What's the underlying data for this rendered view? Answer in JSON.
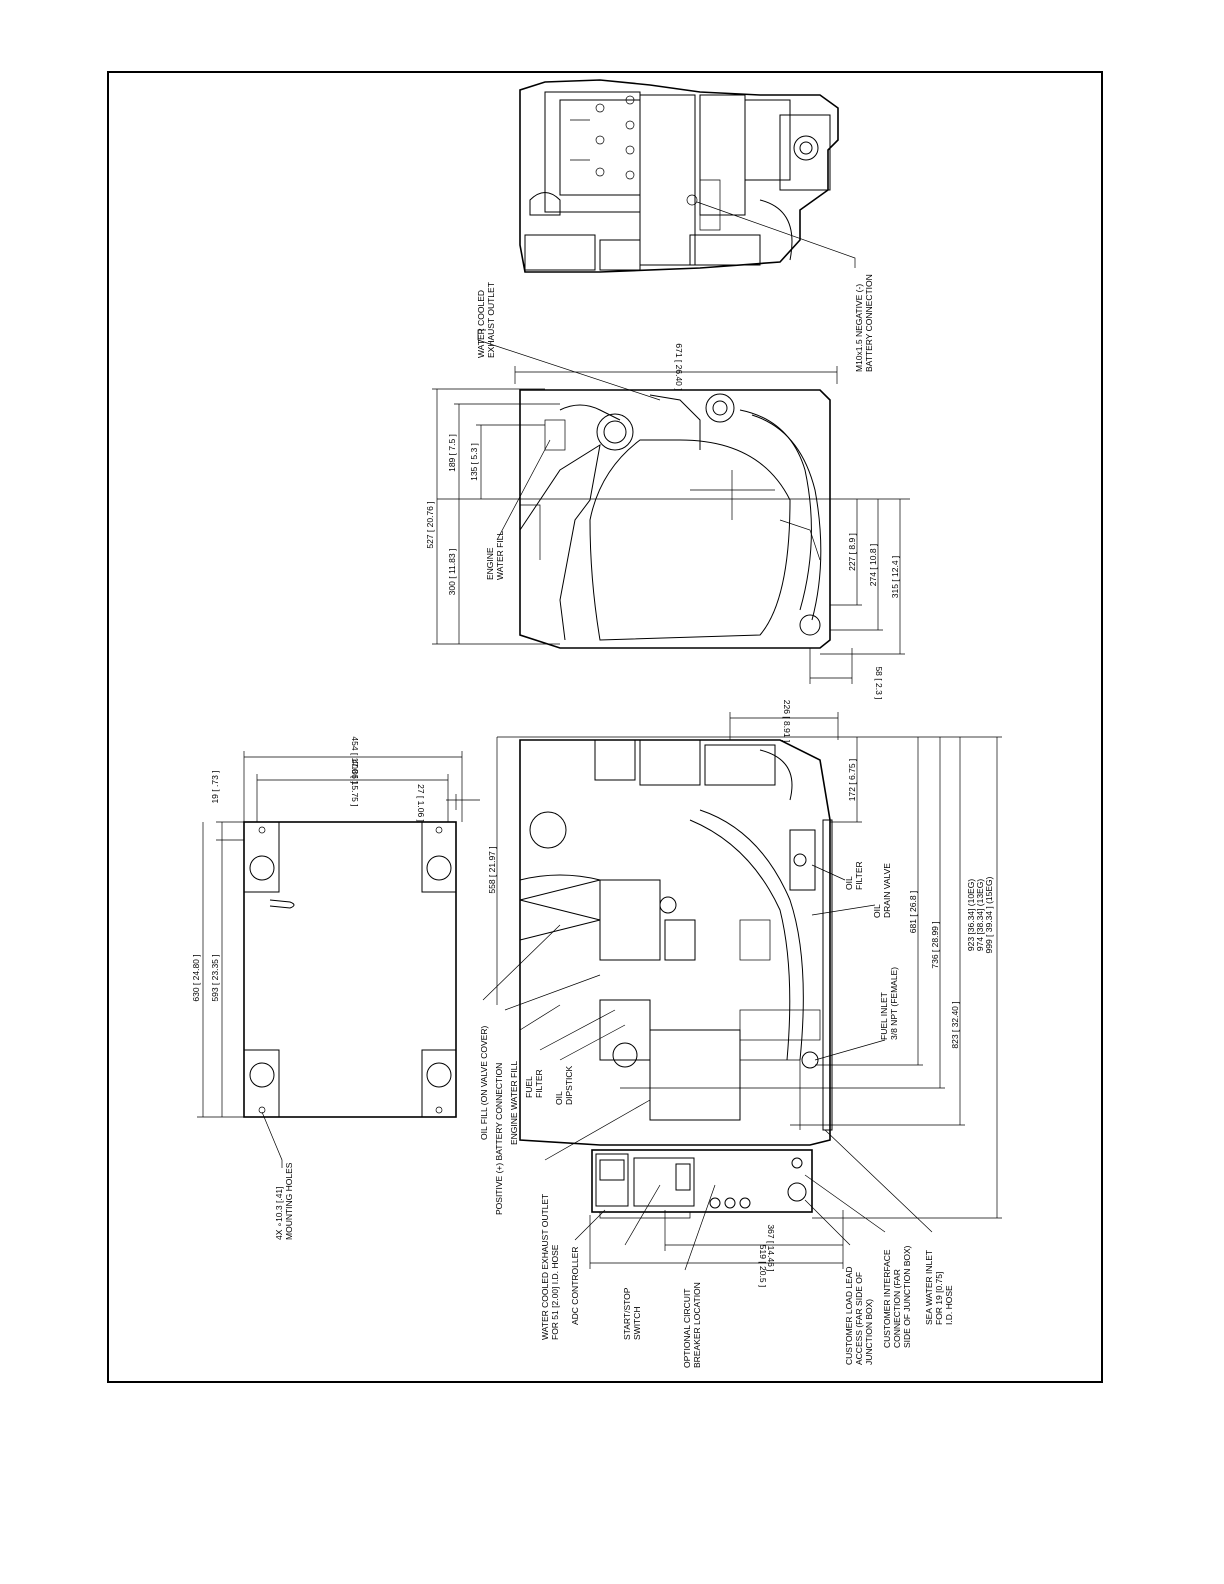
{
  "labels": {
    "water_cooled_exhaust_outlet": [
      "WATER COOLED",
      "EXHAUST OUTLET"
    ],
    "m10_negative_battery": [
      "M10x1.5 NEGATIVE (-)",
      "BATTERY CONNECTION"
    ],
    "engine_water_fill": [
      "ENGINE",
      "WATER FILL"
    ],
    "oil_fill": "OIL FILL (ON VALVE COVER)",
    "positive_battery": "POSITIVE (+) BATTERY CONNECTION",
    "engine_water_fill_2": "ENGINE WATER FILL",
    "fuel_filter": [
      "FUEL",
      "FILTER"
    ],
    "oil_dipstick": [
      "OIL",
      "DIPSTICK"
    ],
    "exhaust_outlet_hose": [
      "WATER COOLED EXHAUST OUTLET",
      "FOR 51 [2.00] I.D. HOSE"
    ],
    "adc_controller": "ADC CONTROLLER",
    "start_stop_switch": [
      "START/STOP",
      "SWITCH"
    ],
    "optional_breaker": [
      "OPTIONAL CIRCUIT",
      "BREAKER LOCATION"
    ],
    "customer_load_lead": [
      "CUSTOMER LOAD LEAD",
      "ACCESS (FAR SIDE OF",
      "JUNCTION BOX)"
    ],
    "customer_interface": [
      "CUSTOMER INTERFACE",
      "CONNECTION (FAR",
      "SIDE OF JUNCTION BOX)"
    ],
    "sea_water_inlet": [
      "SEA WATER INLET",
      "FOR 19 [0.75]",
      "I.D. HOSE"
    ],
    "oil_filter": [
      "OIL",
      "FILTER"
    ],
    "oil_drain_valve": [
      "OIL",
      "DRAIN VALVE"
    ],
    "fuel_inlet": [
      "FUEL INLET",
      "3/8 NPT (FEMALE)"
    ],
    "mounting_holes": [
      "4X  ∘10.3  [.41]",
      "MOUNTING HOLES"
    ]
  },
  "dimensions": {
    "d671": "671  [ 26.40 ]",
    "d527": "527  [ 20.76 ]",
    "d300": "300  [ 11.83 ]",
    "d189": "189  [ 7.5 ]",
    "d135": "135  [ 5.3 ]",
    "d227": "227  [ 8.9 ]",
    "d274": "274  [ 10.8 ]",
    "d315": "315  [ 12.4 ]",
    "d58": "58  [ 2.3 ]",
    "d226": "226  [ 8.91 ]",
    "d172": "172  [ 6.75 ]",
    "d558": "558  [ 21.97 ]",
    "d681": "681  [ 26.8 ]",
    "d736": "736  [ 28.99 ]",
    "d823": "823  [ 32.40 ]",
    "d923": [
      "923 [36.34] (10EG)",
      "974 [38.34] (13EG)",
      "999  [ 39.34 ]  (15EG)"
    ],
    "d367": "367  [ 14.46 ]",
    "d519": "519  [ 20.5 ]",
    "d454": "454  [ 17.86 ]",
    "d400": "400  [ 15.75 ]",
    "d27": "27  [ 1.06 ]",
    "d19": "19  [ .73 ]",
    "d630": "630  [ 24.80 ]",
    "d593": "593  [ 23.35 ]"
  }
}
